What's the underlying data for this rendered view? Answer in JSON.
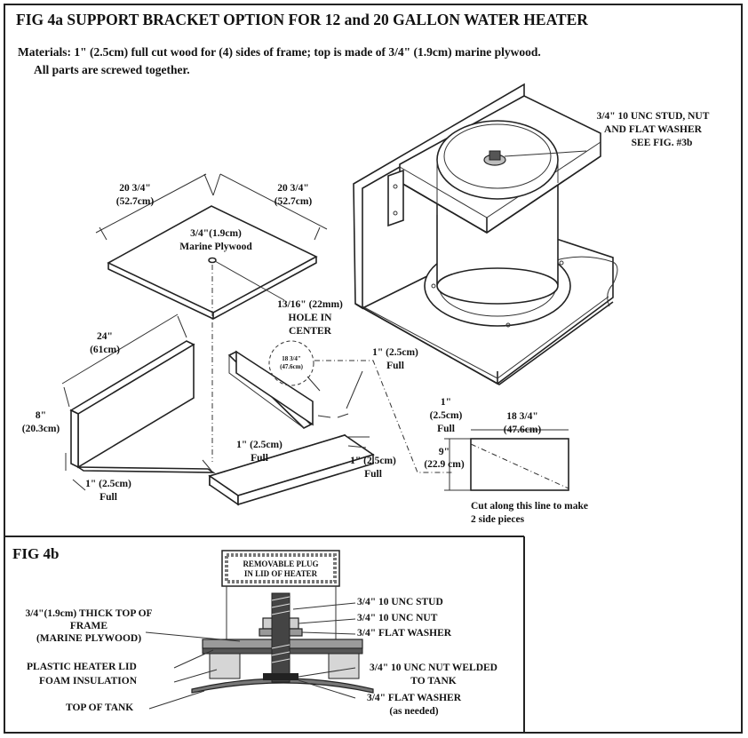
{
  "fig4a": {
    "title": "FIG 4a    SUPPORT BRACKET OPTION FOR 12 and 20  GALLON WATER  HEATER",
    "materials_line1": "Materials:  1\" (2.5cm) full cut wood for (4) sides of frame; top is made of 3/4\" (1.9cm) marine plywood.",
    "materials_line2": "All parts are screwed together.",
    "stud_note": [
      "3/4\" 10 UNC STUD, NUT",
      "AND FLAT WASHER",
      "SEE FIG. #3b"
    ],
    "top_dim_left": [
      "20 3/4\"",
      "(52.7cm)"
    ],
    "top_dim_right": [
      "20 3/4\"",
      "(52.7cm)"
    ],
    "plywood_label": [
      "3/4\"(1.9cm)",
      "Marine Plywood"
    ],
    "hole_label": [
      "13/16\" (22mm)",
      "HOLE IN",
      "CENTER"
    ],
    "len_24": [
      "24\"",
      "(61cm)"
    ],
    "circle_label": [
      "18 3/4\"",
      "(47.6cm)"
    ],
    "full_top_right": [
      "1\" (2.5cm)",
      "Full"
    ],
    "height_8": [
      "8\"",
      "(20.3cm)"
    ],
    "full_mid": [
      "1\" (2.5cm)",
      "Full"
    ],
    "full_bottom_left": [
      "1\" (2.5cm)",
      "Full"
    ],
    "full_right_lower": [
      "1\" (2.5cm)",
      "Full"
    ],
    "side_thick": [
      "1\"",
      "(2.5cm)",
      "Full"
    ],
    "side_width": [
      "18 3/4\"",
      "(47.6cm)"
    ],
    "side_height": [
      "9\"",
      "(22.9 cm)"
    ],
    "cut_note": [
      "Cut along this line to make",
      "2 side pieces"
    ]
  },
  "fig4b": {
    "title": "FIG 4b",
    "plug_label": [
      "REMOVABLE PLUG",
      "IN LID OF HEATER"
    ],
    "left_labels": {
      "top_frame": [
        "3/4\"(1.9cm) THICK TOP OF",
        "FRAME",
        "(MARINE PLYWOOD)"
      ],
      "plastic_lid": "PLASTIC HEATER LID",
      "foam": "FOAM INSULATION",
      "tank_top": "TOP OF TANK"
    },
    "right_labels": {
      "stud": "3/4\" 10 UNC STUD",
      "nut": "3/4\" 10 UNC NUT",
      "washer": "3/4\" FLAT WASHER",
      "welded_nut": [
        "3/4\" 10 UNC NUT WELDED",
        "TO TANK"
      ],
      "washer_needed": [
        "3/4\" FLAT WASHER",
        "(as needed)"
      ]
    }
  }
}
